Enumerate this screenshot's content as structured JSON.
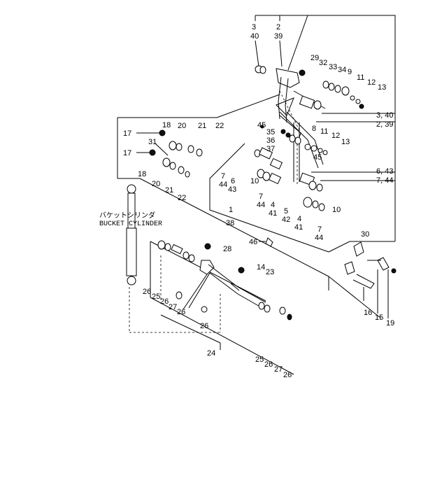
{
  "labels": {
    "l3_top": "3",
    "l2_top": "2",
    "l40_top": "40",
    "l39_top": "39",
    "l29": "29",
    "l32": "32",
    "l33": "33",
    "l34": "34",
    "l9": "9",
    "l11_a": "11",
    "l12_a": "12",
    "l13_a": "13",
    "l3_40": "3, 40",
    "l2_39": "2, 39",
    "l45_a": "45",
    "l35": "35",
    "l36": "36",
    "l37": "37",
    "l8": "8",
    "l11_b": "11",
    "l12_b": "12",
    "l13_b": "13",
    "l45_b": "45",
    "l6_43": "6, 43",
    "l7_44_r": "7, 44",
    "l7_l": "7",
    "l44_l": "44",
    "l6_l": "6",
    "l43_l": "43",
    "l10_a": "10",
    "l7_m": "7",
    "l44_m": "44",
    "l4_a": "4",
    "l41_a": "41",
    "l5": "5",
    "l42": "42",
    "l1": "1",
    "l38": "38",
    "l4_b": "4",
    "l41_b": "41",
    "l7_b": "7",
    "l44_b": "44",
    "l10_b": "10",
    "l46": "46",
    "l18_a": "18",
    "l20_a": "20",
    "l21_a": "21",
    "l22_a": "22",
    "l17_a": "17",
    "l31": "31",
    "l17_b": "17",
    "l18_b": "18",
    "l20_b": "20",
    "l21_b": "21",
    "l22_b": "22",
    "l28": "28",
    "l14": "14",
    "l23": "23",
    "l30": "30",
    "l26_a": "26",
    "l25_a": "25",
    "l26_b": "26",
    "l27_a": "27",
    "l26_c": "26",
    "l26_d": "26",
    "l16": "16",
    "l15": "15",
    "l19": "19",
    "l24": "24",
    "l25_b": "25",
    "l26_e": "26",
    "l27_b": "27",
    "l26_f": "26"
  },
  "caption": {
    "jp": "バケットシリンダ",
    "en": "BUCKET CYLINDER"
  }
}
